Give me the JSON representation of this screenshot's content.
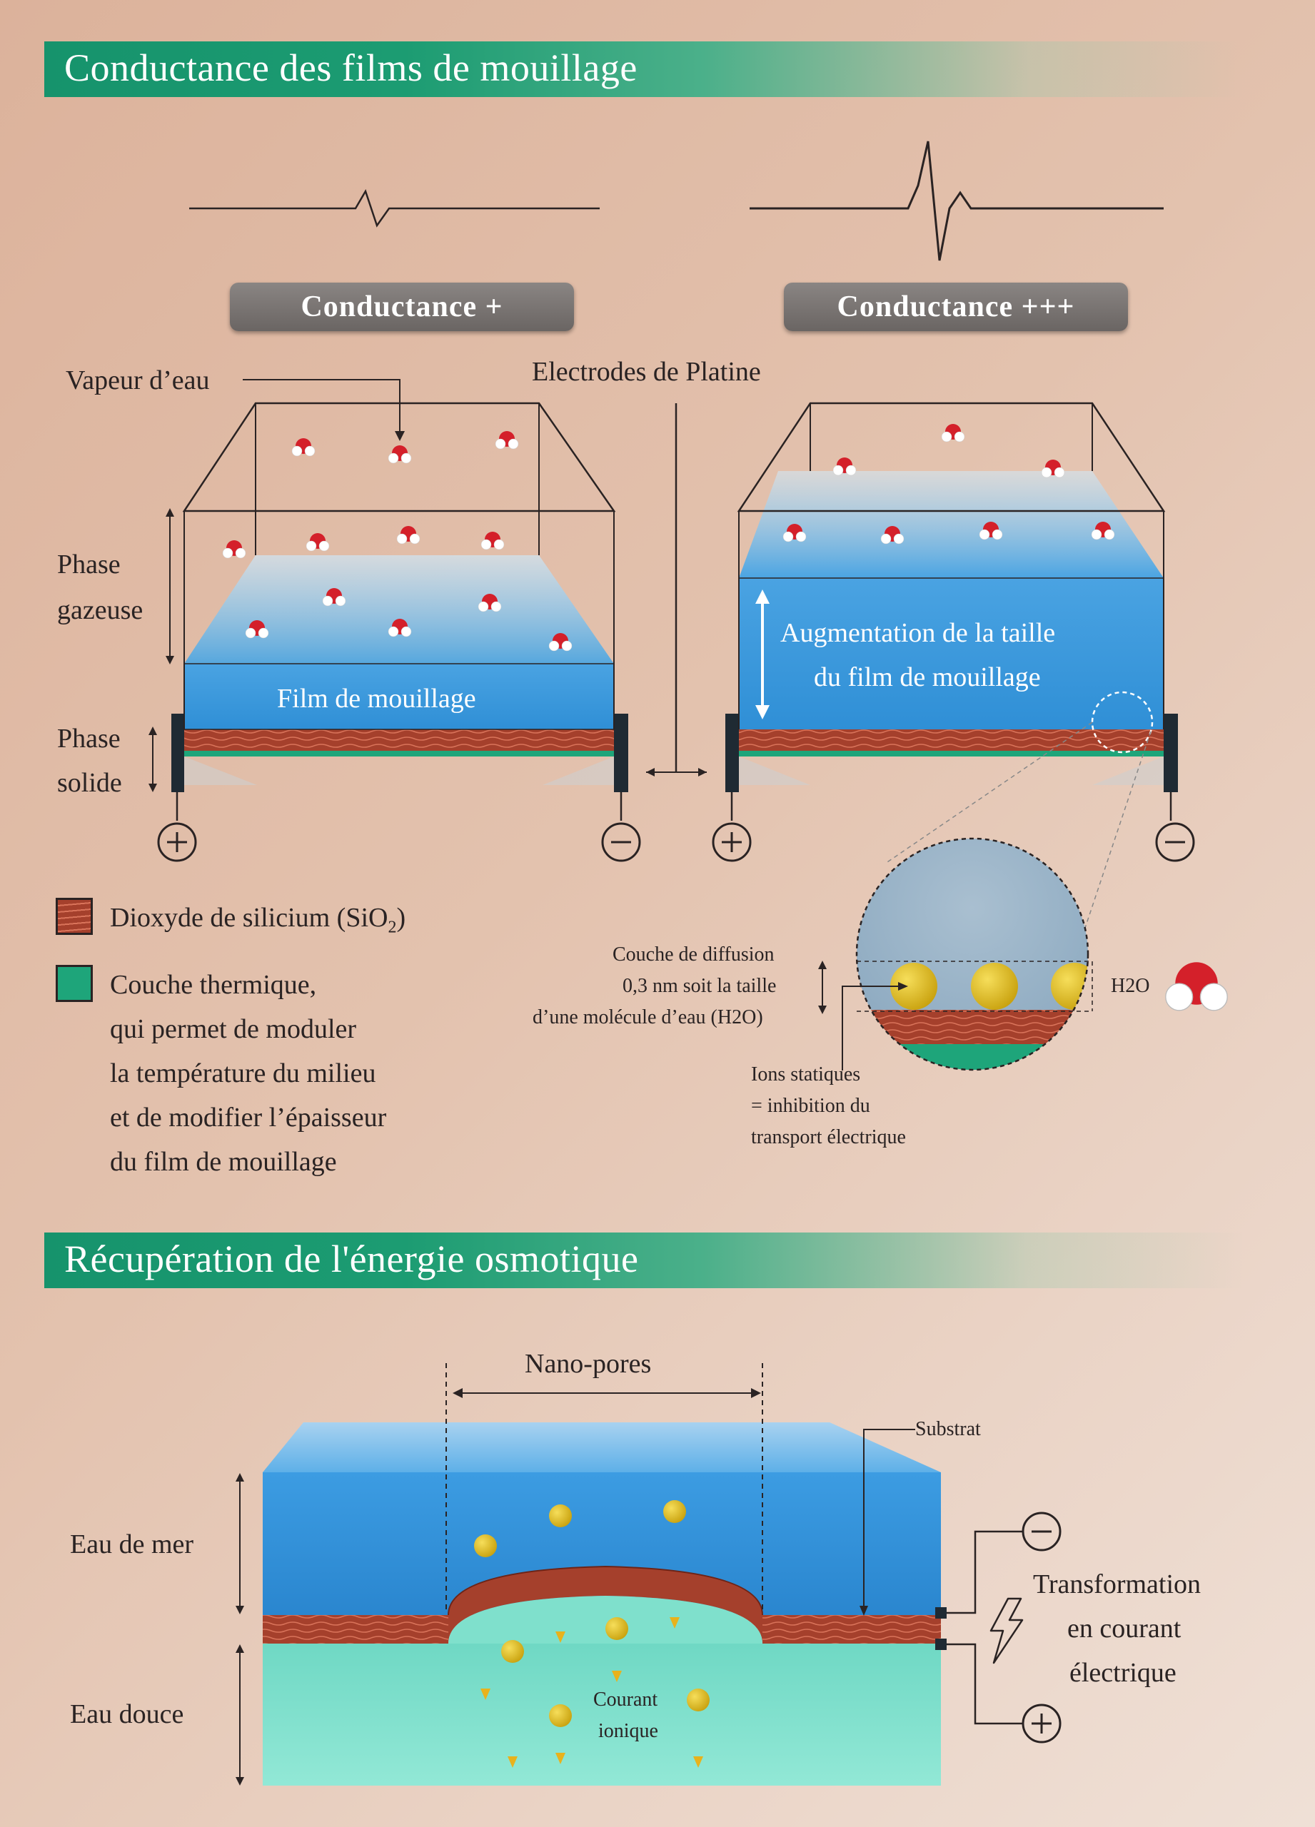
{
  "section1": {
    "title": "Conductance des films de mouillage",
    "left_badge": "Conductance +",
    "right_badge": "Conductance +++",
    "vapor_label": "Vapeur d’eau",
    "electrodes_label": "Electrodes de Platine",
    "gas_phase_label": [
      "Phase",
      "gazeuse"
    ],
    "solid_phase_label": [
      "Phase",
      "solide"
    ],
    "film_label": "Film de mouillage",
    "increase_label": [
      "Augmentation de la taille",
      "du film de mouillage"
    ],
    "plus_sign": "+",
    "minus_sign": "−"
  },
  "legend": {
    "sio2_prefix": "Dioxyde de silicium (SiO",
    "sio2_sub": "2",
    "sio2_suffix": ")",
    "thermal_lines": [
      "Couche thermique,",
      "qui permet de moduler",
      "la température du milieu",
      "et de modifier l’épaisseur",
      "du film de mouillage"
    ]
  },
  "zoom": {
    "diffusion_lines": [
      "Couche de diffusion",
      "0,3 nm soit la taille",
      "d’une molécule d’eau (H2O)"
    ],
    "h2o_label": "H2O",
    "static_ions_lines": [
      "Ions statiques",
      "= inhibition du",
      "transport électrique"
    ]
  },
  "section2": {
    "title": "Récupération de l'énergie osmotique",
    "nanopores_label": "Nano-pores",
    "substrate_label": "Substrat",
    "sea_water_label": "Eau de mer",
    "fresh_water_label": "Eau douce",
    "ionic_current_lines": [
      "Courant",
      "ionique"
    ],
    "transformation_lines": [
      "Transformation",
      "en courant",
      "électrique"
    ],
    "minus_sign": "−",
    "plus_sign": "+"
  },
  "colors": {
    "banner_green": "#16936c",
    "water_blue": "#3f9fe0",
    "sio2_red": "#a5402c",
    "thermal_green": "#1ea57a",
    "fresh_water": "#7fe0cc",
    "ion_yellow": "#e8c21c"
  }
}
